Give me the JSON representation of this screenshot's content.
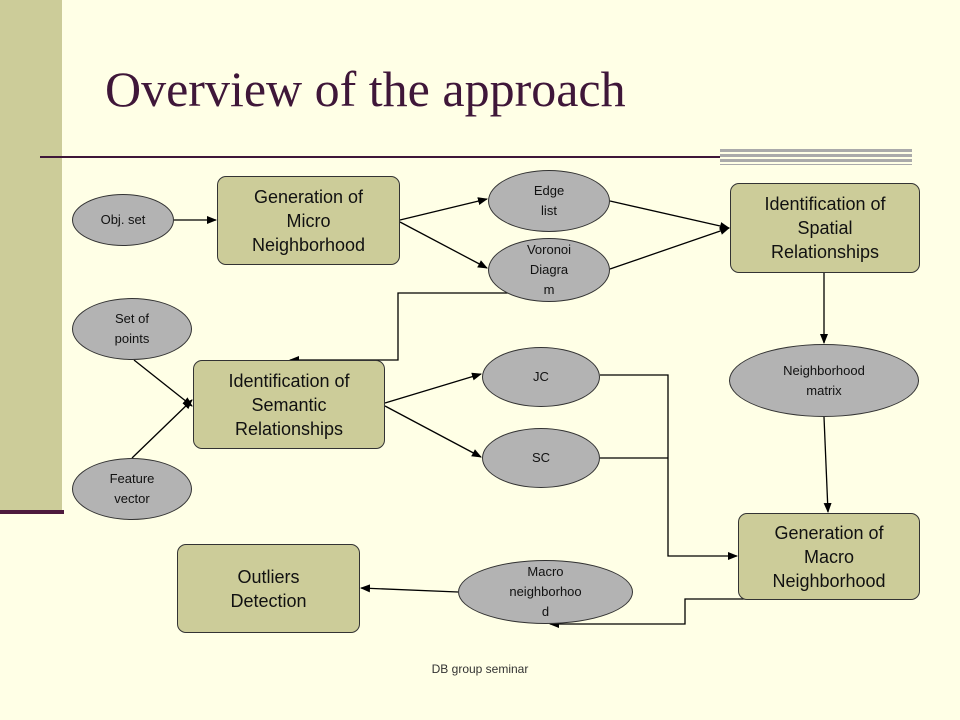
{
  "slide": {
    "title": "Overview of the approach",
    "footer": "DB group seminar"
  },
  "nodes": {
    "obj_set": "Obj. set",
    "micro": "Generation of\nMicro\nNeighborhood",
    "edge_list": "Edge\nlist",
    "voronoi": "Voronoi\nDiagra\nm",
    "spatial": "Identification of\nSpatial\nRelationships",
    "set_of_points": "Set of\npoints",
    "semantic": "Identification of\nSemantic\nRelationships",
    "jc": "JC",
    "sc": "SC",
    "feature_vector": "Feature\nvector",
    "neighborhood_matrix": "Neighborhood\nmatrix",
    "macro": "Generation of\nMacro\nNeighborhood",
    "outliers": "Outliers\nDetection",
    "macro_neighborhood": "Macro\nneighborhoo\nd"
  }
}
